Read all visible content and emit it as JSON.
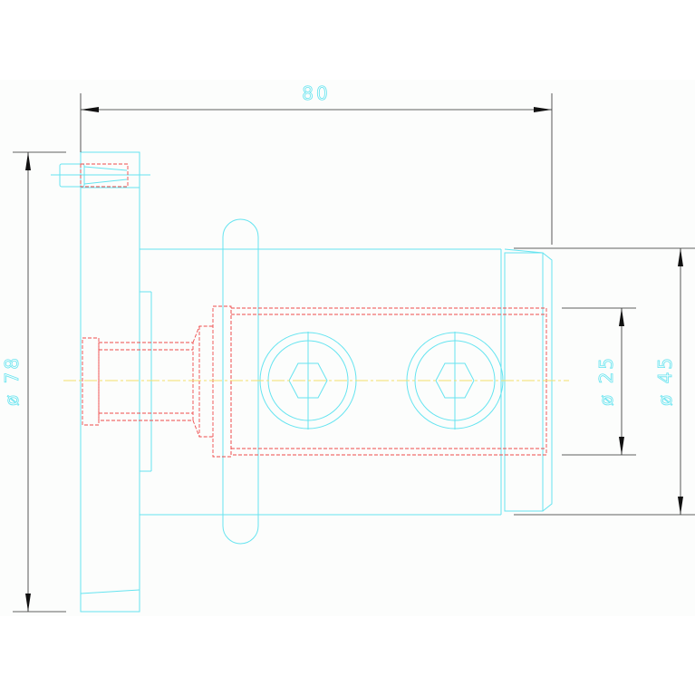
{
  "dimensions": {
    "length": "80",
    "outer_diameter": "ø 78",
    "body_diameter": "ø 45",
    "shaft_diameter": "ø 25"
  },
  "colors": {
    "geometry": "#66e4f0",
    "hidden_lines": "#ee4a4a",
    "centerline": "#f5e06a",
    "dimension_lines": "#2c2c2c",
    "background": "#fcfdfc"
  },
  "icons": {
    "hex_socket": "hexagon-icon"
  }
}
